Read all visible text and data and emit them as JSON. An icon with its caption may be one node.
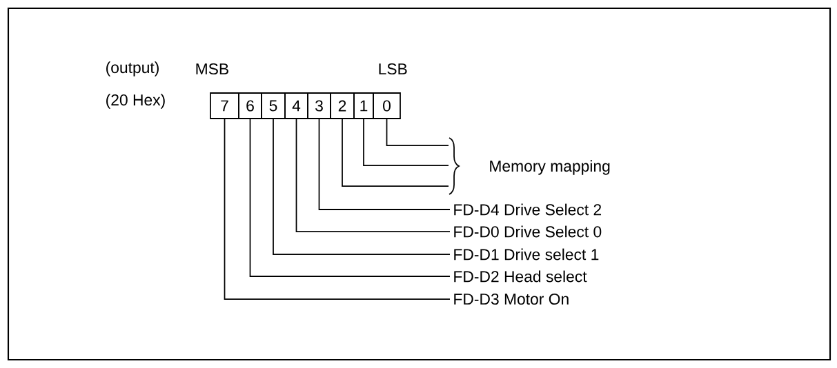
{
  "diagram": {
    "nodes": [
      {
        "text": [
          "7"
        ]
      },
      {
        "text": [
          "6"
        ]
      },
      {
        "text": [
          "5"
        ]
      },
      {
        "text": [
          "4"
        ]
      },
      {
        "text": [
          "3"
        ]
      },
      {
        "text": [
          "2"
        ]
      },
      {
        "text": [
          "1"
        ]
      },
      {
        "text": [
          "0"
        ]
      },
      {
        "text": [
          "Memory mapping"
        ]
      },
      {
        "text": [
          "FD-D4 Drive Select 2"
        ]
      },
      {
        "text": [
          "FD-D0 Drive Select 0"
        ]
      },
      {
        "text": [
          "FD-D1 Drive select 1"
        ]
      },
      {
        "text": [
          "FD-D2 Head select"
        ]
      },
      {
        "text": [
          "FD-D3 Motor On"
        ]
      }
    ],
    "edges": [
      {
        "from": 7,
        "to": 8,
        "arrow": "none"
      },
      {
        "from": 6,
        "to": 8,
        "arrow": "none"
      },
      {
        "from": 5,
        "to": 8,
        "arrow": "none"
      },
      {
        "from": 4,
        "to": 9,
        "arrow": "none"
      },
      {
        "from": 3,
        "to": 10,
        "arrow": "none"
      },
      {
        "from": 2,
        "to": 11,
        "arrow": "none"
      },
      {
        "from": 1,
        "to": 12,
        "arrow": "none"
      },
      {
        "from": 0,
        "to": 13,
        "arrow": "none"
      }
    ],
    "labels": [
      "(output)",
      "MSB",
      "LSB",
      "(20 Hex)"
    ]
  }
}
